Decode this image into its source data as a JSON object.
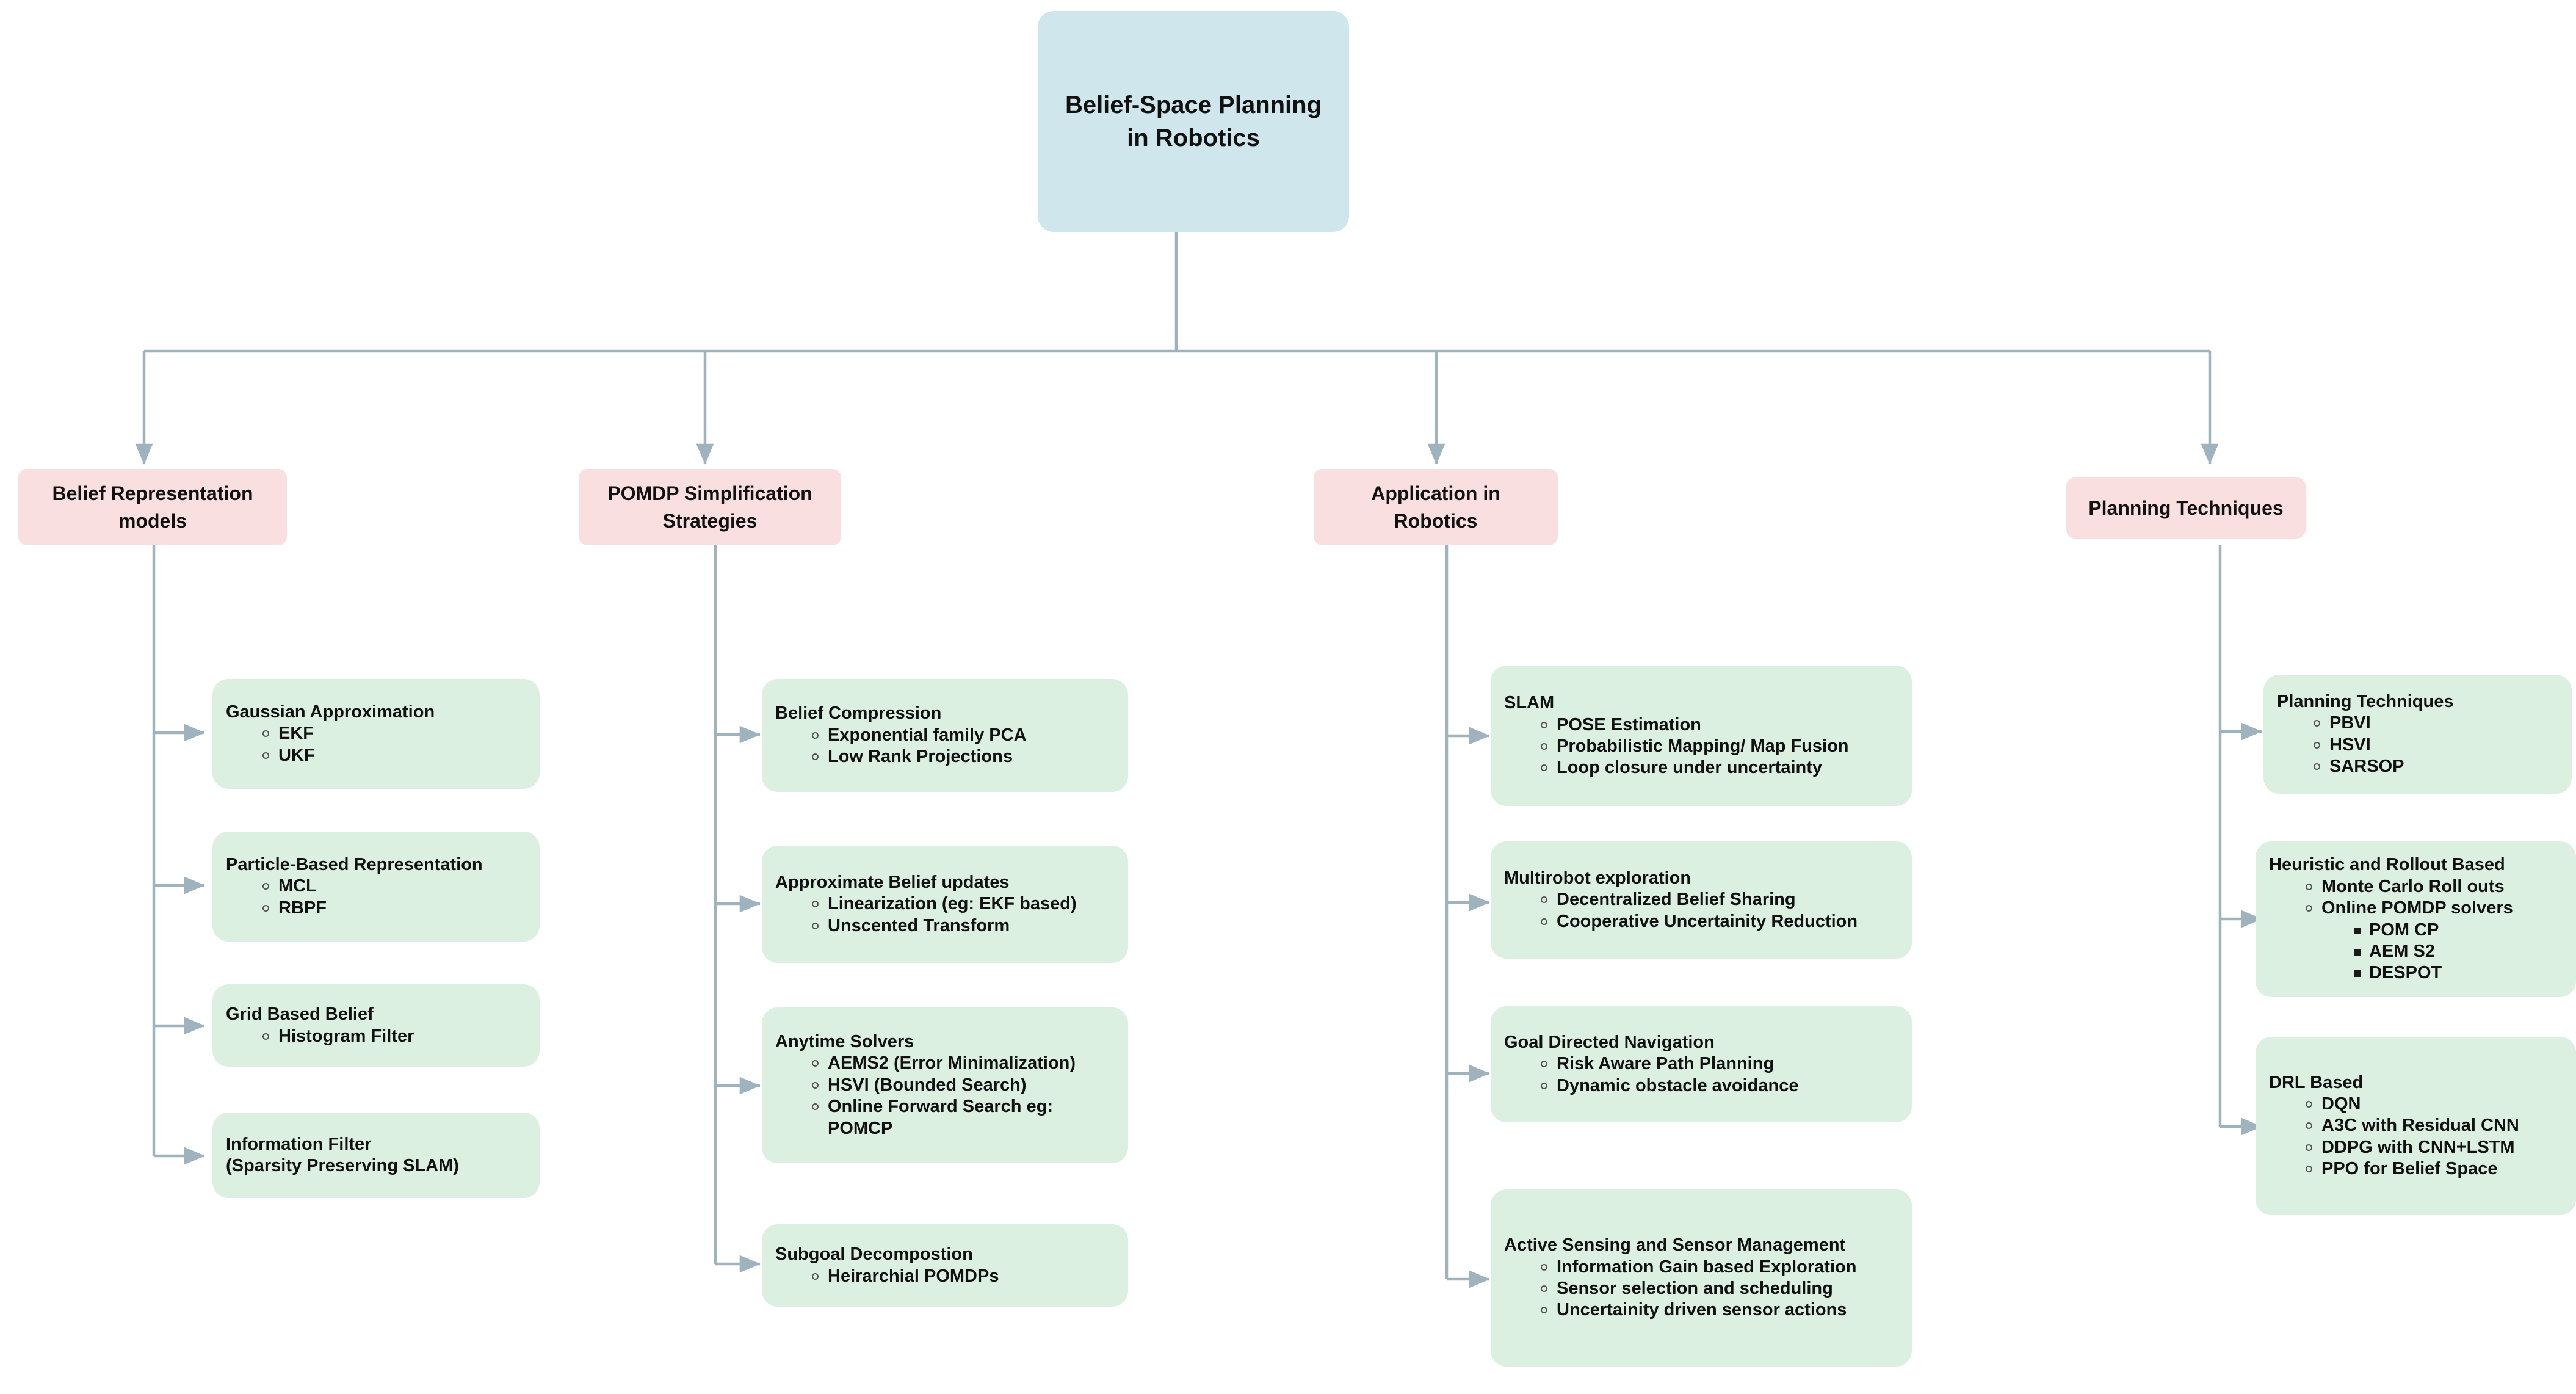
{
  "colors": {
    "root_fill": "#cfe7ec",
    "category_fill": "#f9dfdf",
    "leaf_fill": "#dcf0e2",
    "connector": "#9fb3bf",
    "text": "#111111",
    "background": "#ffffff"
  },
  "root": {
    "label": "Belief-Space Planning\nin Robotics",
    "line1": "Belief-Space Planning",
    "line2": "in Robotics"
  },
  "categories": [
    {
      "id": "belief-representation-models",
      "line1": "Belief Representation",
      "line2": "models"
    },
    {
      "id": "pomdp-simplification-strategies",
      "line1": "POMDP Simplification",
      "line2": "Strategies"
    },
    {
      "id": "application-in-robotics",
      "line1": "Application in",
      "line2": "Robotics"
    },
    {
      "id": "planning-techniques",
      "line1": "Planning Techniques",
      "line2": ""
    }
  ],
  "columns": [
    {
      "id": "col-belief-representation-models",
      "leaves": [
        {
          "id": "gaussian-approximation",
          "title": "Gaussian Approximation",
          "items": [
            "EKF",
            "UKF"
          ]
        },
        {
          "id": "particle-based-representation",
          "title": "Particle-Based Representation",
          "items": [
            "MCL",
            "RBPF"
          ]
        },
        {
          "id": "grid-based-belief",
          "title": "Grid Based Belief",
          "items": [
            "Histogram Filter"
          ]
        },
        {
          "id": "information-filter",
          "title": "Information Filter\n(Sparsity Preserving SLAM)",
          "title_line1": "Information Filter",
          "title_line2": "(Sparsity Preserving SLAM)",
          "items": []
        }
      ]
    },
    {
      "id": "col-pomdp-simplification-strategies",
      "leaves": [
        {
          "id": "belief-compression",
          "title": "Belief Compression",
          "items": [
            "Exponential family PCA",
            "Low Rank Projections"
          ]
        },
        {
          "id": "approximate-belief-updates",
          "title": "Approximate Belief updates",
          "items": [
            "Linearization (eg: EKF based)",
            "Unscented Transform"
          ]
        },
        {
          "id": "anytime-solvers",
          "title": "Anytime Solvers",
          "items": [
            "AEMS2 (Error Minimalization)",
            "HSVI (Bounded Search)",
            "Online Forward Search eg: POMCP"
          ]
        },
        {
          "id": "subgoal-decompostion",
          "title": "Subgoal Decompostion",
          "items": [
            "Heirarchial POMDPs"
          ]
        }
      ]
    },
    {
      "id": "col-application-in-robotics",
      "leaves": [
        {
          "id": "slam",
          "title": "SLAM",
          "items": [
            "POSE Estimation",
            "Probabilistic Mapping/ Map Fusion",
            "Loop closure under uncertainty"
          ]
        },
        {
          "id": "multirobot-exploration",
          "title": "Multirobot exploration",
          "items": [
            "Decentralized Belief Sharing",
            "Cooperative Uncertainity Reduction"
          ]
        },
        {
          "id": "goal-directed-navigation",
          "title": "Goal Directed Navigation",
          "items": [
            "Risk Aware Path Planning",
            "Dynamic obstacle avoidance"
          ]
        },
        {
          "id": "active-sensing-and-sensor-management",
          "title": "Active Sensing and Sensor Management",
          "items": [
            "Information Gain based Exploration",
            "Sensor selection and scheduling",
            "Uncertainity driven sensor actions"
          ]
        }
      ]
    },
    {
      "id": "col-planning-techniques",
      "leaves": [
        {
          "id": "planning-techniques-leaf",
          "title": "Planning Techniques",
          "items": [
            "PBVI",
            "HSVI",
            "SARSOP"
          ]
        },
        {
          "id": "heuristic-and-rollout-based",
          "title": "Heuristic and Rollout Based",
          "items": [
            "Monte Carlo Roll outs",
            "Online POMDP solvers"
          ],
          "subitems": [
            "POM CP",
            "AEM S2",
            "DESPOT"
          ]
        },
        {
          "id": "drl-based",
          "title": "DRL Based",
          "items": [
            "DQN",
            "A3C with Residual CNN",
            "DDPG with CNN+LSTM",
            "PPO for Belief Space"
          ]
        }
      ]
    }
  ]
}
